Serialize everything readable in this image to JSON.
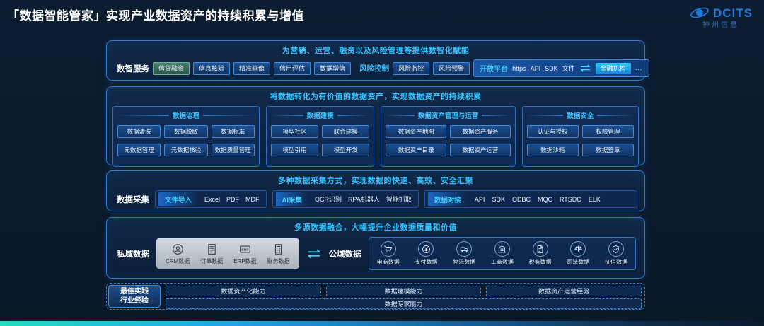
{
  "page": {
    "title": "「数据智能管家」实现产业数据资产的持续积累与增值"
  },
  "logo": {
    "brand": "DCITS",
    "company": "神州信息"
  },
  "theme": {
    "background": "#0b1b2e",
    "panel_border": "#2e79d2",
    "accent_cyan": "#38c4ff",
    "brand_blue": "#1f7ae0",
    "selected_teal": "#47806f",
    "bottom_bar_gradient": [
      "#23dcc0",
      "#1ea6e4",
      "#0b1b2e"
    ]
  },
  "service": {
    "title": "为营销、运营、融资以及风险管理等提供数智化赋能",
    "label": "数智服务",
    "buttons": [
      "信贷融资",
      "信息核验",
      "精准画像",
      "信用评估",
      "数据增信"
    ],
    "risk_label": "风险控制",
    "risk_buttons": [
      "风险监控",
      "风险预警"
    ],
    "platform_label": "开放平台",
    "platform_items": [
      "https",
      "API",
      "SDK",
      "文件"
    ],
    "platform_target": "金融机构",
    "platform_more": "…"
  },
  "asset": {
    "title": "将数据转化为有价值的数据资产，实现数据资产的持续积累",
    "groups": [
      {
        "name": "数据治理",
        "items": [
          "数据清洗",
          "数据脱敏",
          "数据标准",
          "元数据管理",
          "元数据核验",
          "数据质量管理"
        ]
      },
      {
        "name": "数据建模",
        "items": [
          "模型社区",
          "联合建模",
          "模型引用",
          "模型开发"
        ]
      },
      {
        "name": "数据资产管理与运营",
        "items": [
          "数据资产地图",
          "数据资产服务",
          "数据资产目录",
          "数据资产运营"
        ]
      },
      {
        "name": "数据安全",
        "items": [
          "认证与授权",
          "权限管理",
          "数据沙箱",
          "数据签章"
        ]
      }
    ]
  },
  "collect": {
    "title": "多种数据采集方式，实现数据的快速、高效、安全汇聚",
    "label": "数据采集",
    "groups": [
      {
        "name": "文件导入",
        "items": [
          "Excel",
          "PDF",
          "MDF"
        ]
      },
      {
        "name": "AI采集",
        "items": [
          "OCR识别",
          "RPA机器人",
          "智能抓取"
        ]
      },
      {
        "name": "数据对接",
        "items": [
          "API",
          "SDK",
          "ODBC",
          "MQC",
          "RTSDC",
          "ELK"
        ]
      }
    ]
  },
  "fusion": {
    "title": "多源数据融合，大幅提升企业数据质量和价值",
    "private_label": "私域数据",
    "private_items": [
      "CRM数据",
      "订单数据",
      "ERP数据",
      "财务数据"
    ],
    "public_label": "公域数据",
    "public_items": [
      "电商数据",
      "支付数据",
      "物流数据",
      "工商数据",
      "税务数据",
      "司法数据",
      "征信数据"
    ]
  },
  "practice": {
    "label_line1": "最佳实践",
    "label_line2": "行业经验",
    "items": [
      "数据资产化能力",
      "数据建模能力",
      "数据资产运营经验"
    ],
    "wide_item": "数据专家能力"
  }
}
